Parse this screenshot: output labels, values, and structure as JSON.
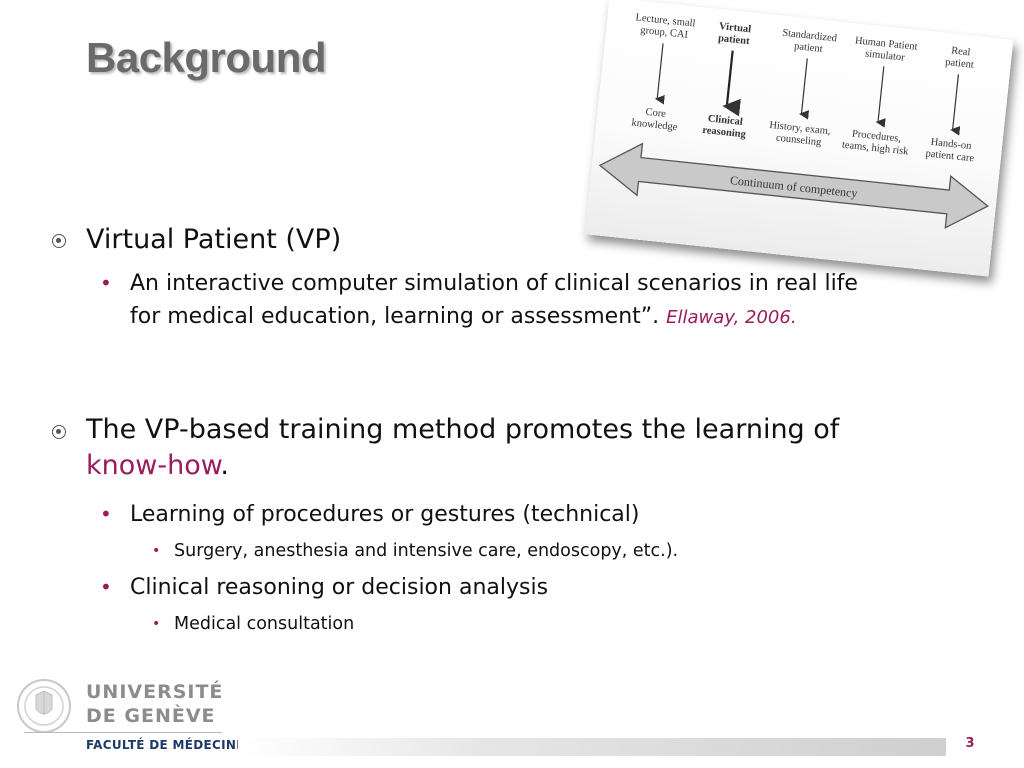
{
  "slide": {
    "title": "Background",
    "page_number": "3"
  },
  "figure": {
    "columns": [
      {
        "top": "Lecture, small",
        "top2": "group, CAI",
        "bottom": "Core",
        "bottom2": "knowledge",
        "bold": false
      },
      {
        "top": "Virtual",
        "top2": "patient",
        "bottom": "Clinical",
        "bottom2": "reasoning",
        "bold": true
      },
      {
        "top": "Standardized",
        "top2": "patient",
        "bottom": "History, exam,",
        "bottom2": "counseling",
        "bold": false
      },
      {
        "top": "Human Patient",
        "top2": "simulator",
        "bottom": "Procedures,",
        "bottom2": "teams, high risk",
        "bold": false
      },
      {
        "top": "Real",
        "top2": "patient",
        "bottom": "Hands-on",
        "bottom2": "patient care",
        "bold": false
      }
    ],
    "arrow_label": "Continuum of competency"
  },
  "bullets": {
    "vp_heading": "Virtual Patient (VP)",
    "vp_def_line1": "An interactive computer simulation of clinical scenarios in real life",
    "vp_def_line2": "for medical education, learning or assessment”.",
    "vp_citation": "Ellaway, 2006.",
    "method_line1": "The VP-based training method promotes the learning of",
    "method_highlight": "know-how",
    "method_period": ".",
    "sub1": "Learning of procedures or gestures (technical)",
    "sub1_detail": "Surgery, anesthesia and intensive care, endoscopy, etc.).",
    "sub2": "Clinical reasoning or decision analysis",
    "sub2_detail": "Medical consultation"
  },
  "footer": {
    "university_line1": "UNIVERSITÉ",
    "university_line2": "DE GENÈVE",
    "faculty": "FACULTÉ DE MÉDECINE"
  },
  "colors": {
    "accent": "#9b1c5c",
    "title_gray": "#6a6a6a",
    "faculty_blue": "#1e3a6a"
  }
}
